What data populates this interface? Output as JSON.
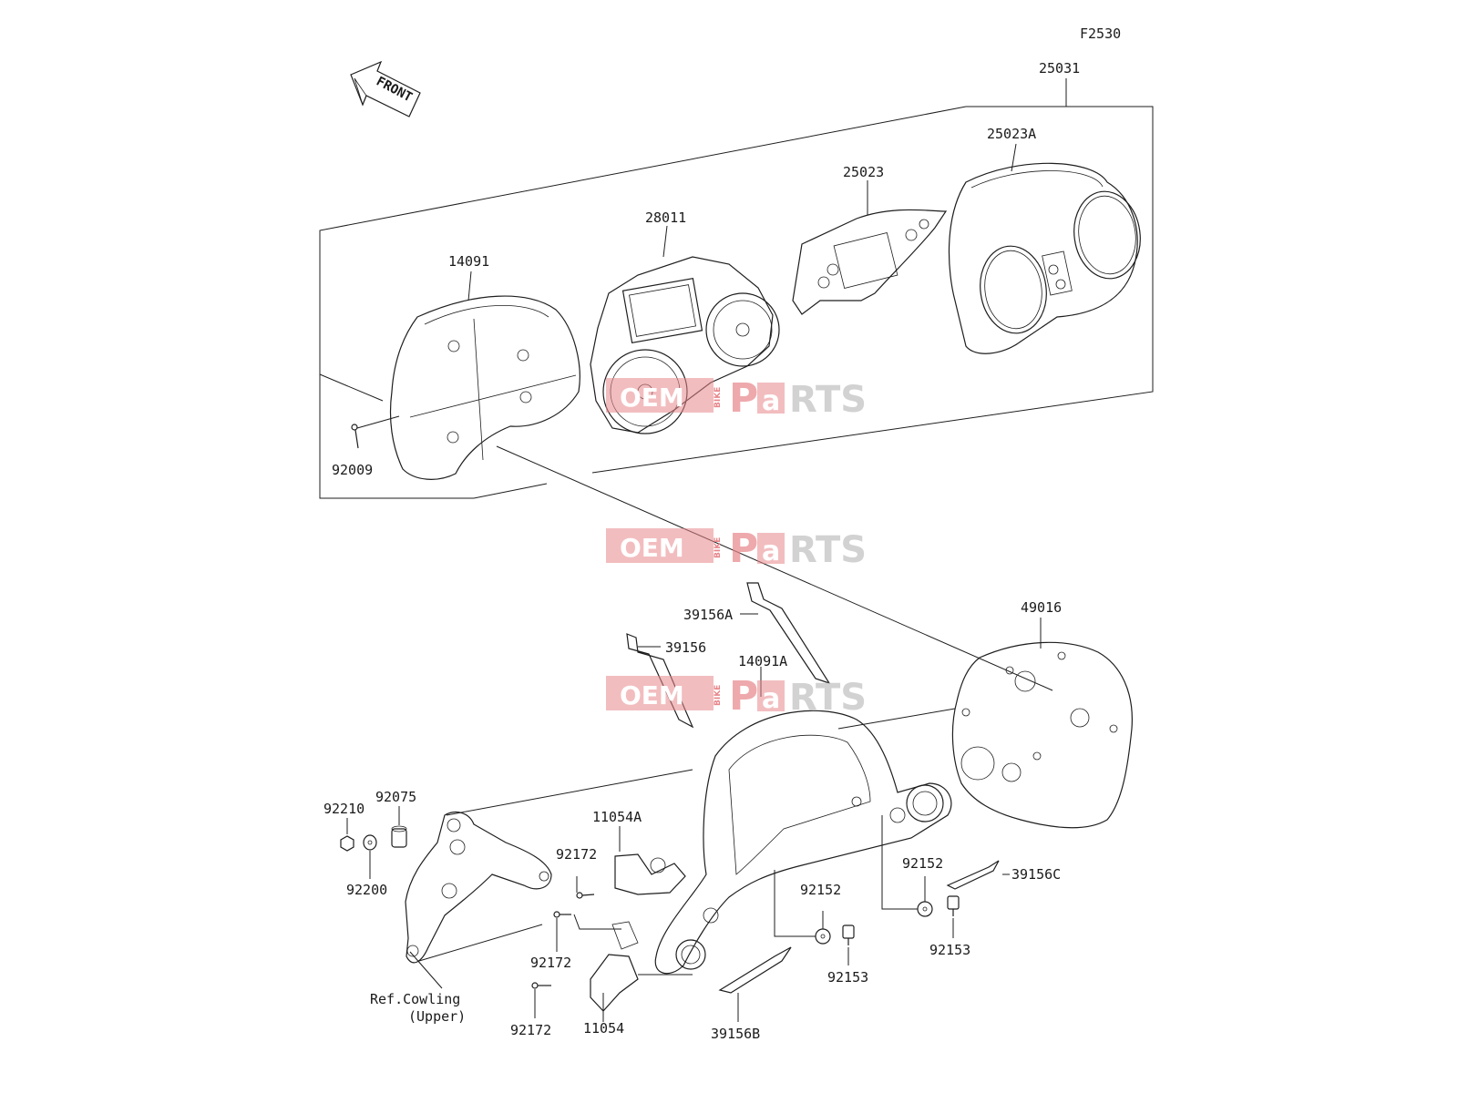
{
  "figure_code": "F2530",
  "front_arrow": {
    "label": "FRONT"
  },
  "parts": {
    "p25031": "25031",
    "p25023A": "25023A",
    "p25023": "25023",
    "p28011": "28011",
    "p14091": "14091",
    "p92009": "92009",
    "p49016": "49016",
    "p39156A": "39156A",
    "p39156": "39156",
    "p14091A": "14091A",
    "p92210": "92210",
    "p92075": "92075",
    "p92200": "92200",
    "p11054A": "11054A",
    "p92172a": "92172",
    "p92172b": "92172",
    "p92172c": "92172",
    "p11054": "11054",
    "p39156B": "39156B",
    "p92152a": "92152",
    "p92152b": "92152",
    "p92153a": "92153",
    "p92153b": "92153",
    "p39156C": "39156C"
  },
  "reference_note": {
    "line1": "Ref.Cowling",
    "line2": "(Upper)"
  },
  "watermark": {
    "box": "OEM",
    "small": "BIKE",
    "p": "P",
    "a": "a",
    "rts": "RTS"
  },
  "colors": {
    "line": "#1e1e1e",
    "watermark": "#e8868a",
    "background": "#ffffff"
  }
}
